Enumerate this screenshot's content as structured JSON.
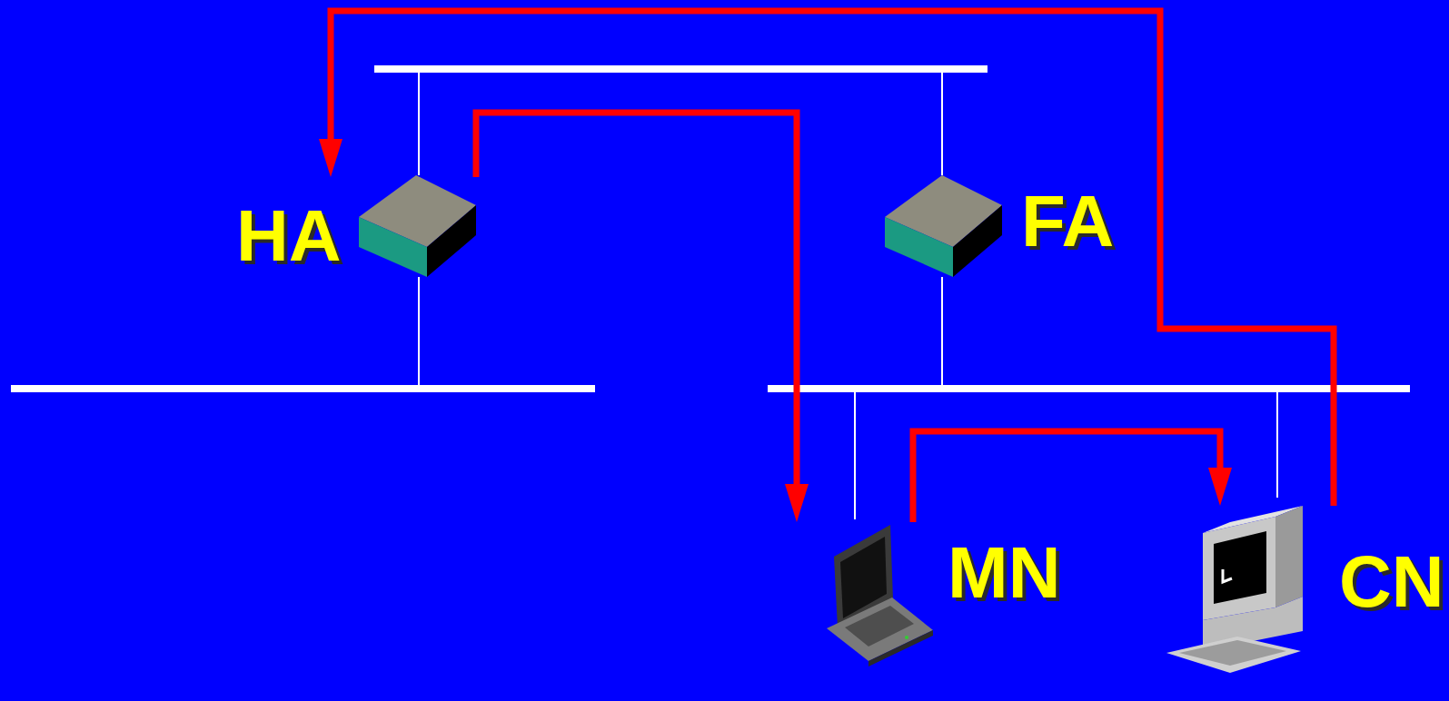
{
  "diagram": {
    "nodes": [
      {
        "text": [
          "HA"
        ]
      },
      {
        "text": [
          "FA"
        ]
      },
      {
        "text": [
          "MN"
        ]
      },
      {
        "text": [
          "CN"
        ]
      }
    ],
    "edges": [
      {
        "from": 3,
        "to": 0,
        "arrow": "to"
      },
      {
        "from": 0,
        "to": 2,
        "arrow": "to"
      },
      {
        "from": 2,
        "to": 3,
        "arrow": "to"
      }
    ]
  }
}
